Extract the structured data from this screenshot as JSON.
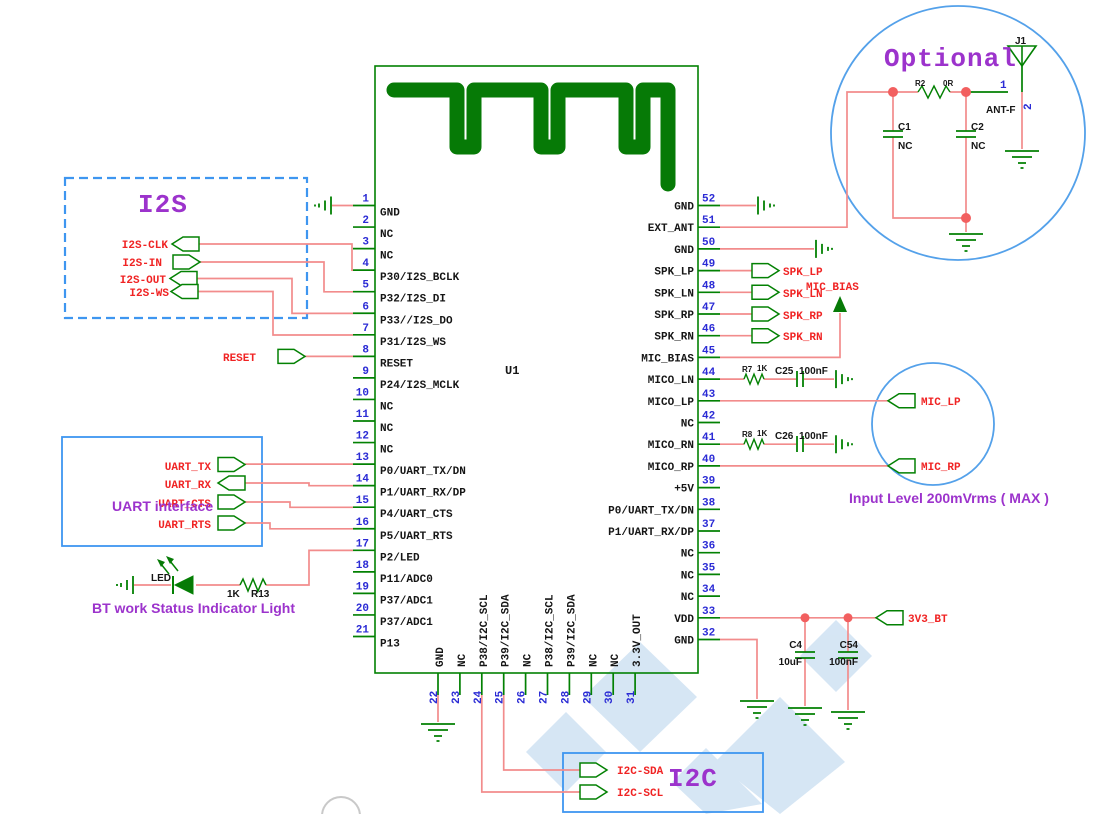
{
  "component": {
    "refdes": "U1"
  },
  "pins": {
    "left": [
      {
        "num": "1",
        "name": "GND"
      },
      {
        "num": "2",
        "name": "NC"
      },
      {
        "num": "3",
        "name": "NC"
      },
      {
        "num": "4",
        "name": "P30/I2S_BCLK"
      },
      {
        "num": "5",
        "name": "P32/I2S_DI"
      },
      {
        "num": "6",
        "name": "P33//I2S_DO"
      },
      {
        "num": "7",
        "name": "P31/I2S_WS"
      },
      {
        "num": "8",
        "name": "RESET"
      },
      {
        "num": "9",
        "name": "P24/I2S_MCLK"
      },
      {
        "num": "10",
        "name": "NC"
      },
      {
        "num": "11",
        "name": "NC"
      },
      {
        "num": "12",
        "name": "NC"
      },
      {
        "num": "13",
        "name": "P0/UART_TX/DN"
      },
      {
        "num": "14",
        "name": "P1/UART_RX/DP"
      },
      {
        "num": "15",
        "name": "P4/UART_CTS"
      },
      {
        "num": "16",
        "name": "P5/UART_RTS"
      },
      {
        "num": "17",
        "name": "P2/LED"
      },
      {
        "num": "18",
        "name": "P11/ADC0"
      },
      {
        "num": "19",
        "name": "P37/ADC1"
      },
      {
        "num": "20",
        "name": "P37/ADC1"
      },
      {
        "num": "21",
        "name": "P13"
      }
    ],
    "right": [
      {
        "num": "52",
        "name": "GND"
      },
      {
        "num": "51",
        "name": "EXT_ANT"
      },
      {
        "num": "50",
        "name": "GND"
      },
      {
        "num": "49",
        "name": "SPK_LP"
      },
      {
        "num": "48",
        "name": "SPK_LN"
      },
      {
        "num": "47",
        "name": "SPK_RP"
      },
      {
        "num": "46",
        "name": "SPK_RN"
      },
      {
        "num": "45",
        "name": "MIC_BIAS"
      },
      {
        "num": "44",
        "name": "MICO_LN"
      },
      {
        "num": "43",
        "name": "MICO_LP"
      },
      {
        "num": "42",
        "name": "NC"
      },
      {
        "num": "41",
        "name": "MICO_RN"
      },
      {
        "num": "40",
        "name": "MICO_RP"
      },
      {
        "num": "39",
        "name": "+5V"
      },
      {
        "num": "38",
        "name": "P0/UART_TX/DN"
      },
      {
        "num": "37",
        "name": "P1/UART_RX/DP"
      },
      {
        "num": "36",
        "name": "NC"
      },
      {
        "num": "35",
        "name": "NC"
      },
      {
        "num": "34",
        "name": "NC"
      },
      {
        "num": "33",
        "name": "VDD"
      },
      {
        "num": "32",
        "name": "GND"
      }
    ],
    "bottom": [
      {
        "num": "22",
        "name": "GND"
      },
      {
        "num": "23",
        "name": "NC"
      },
      {
        "num": "24",
        "name": "P38/I2C_SCL"
      },
      {
        "num": "25",
        "name": "P39/I2C_SDA"
      },
      {
        "num": "26",
        "name": "NC"
      },
      {
        "num": "27",
        "name": "P38/I2C_SCL"
      },
      {
        "num": "28",
        "name": "P39/I2C_SDA"
      },
      {
        "num": "29",
        "name": "NC"
      },
      {
        "num": "30",
        "name": "NC"
      },
      {
        "num": "31",
        "name": "3.3V_OUT"
      }
    ]
  },
  "nets": {
    "i2s": [
      "I2S-CLK",
      "I2S-IN",
      "I2S-OUT",
      "I2S-WS"
    ],
    "reset": "RESET",
    "uart": [
      "UART_TX",
      "UART_RX",
      "UART_CTS",
      "UART_RTS"
    ],
    "spk": [
      "SPK_LP",
      "SPK_LN",
      "SPK_RP",
      "SPK_RN"
    ],
    "mic_bias": "MIC_BIAS",
    "mic": [
      "MIC_LP",
      "MIC_RP"
    ],
    "pwr": "3V3_BT",
    "i2c": [
      "I2C-SDA",
      "I2C-SCL"
    ]
  },
  "parts": {
    "u1": "U1",
    "led": {
      "name": "LED",
      "r_value": "1K",
      "r_ref": "R13"
    },
    "filters": [
      {
        "r": "R7",
        "rv": "1K",
        "c": "C25",
        "cv": "100nF"
      },
      {
        "r": "R8",
        "rv": "1K",
        "c": "C26",
        "cv": "100nF"
      }
    ],
    "bulk_caps": [
      {
        "ref": "C4",
        "value": "10uF"
      },
      {
        "ref": "C54",
        "value": "100nF"
      }
    ],
    "antenna": {
      "conn": "J1",
      "conn_name": "ANT-F",
      "pin1": "1",
      "pin2": "2",
      "r": "R2",
      "rv": "0R",
      "c1": "C1",
      "c1v": "NC",
      "c2": "C2",
      "c2v": "NC"
    }
  },
  "titles": {
    "i2s": "I2S",
    "uart": "UART interface",
    "i2c": "I2C",
    "optional": "Optional",
    "led_note": "BT  work Status Indicator Light",
    "mic_note": "Input Level 200mVrms ( MAX )"
  },
  "palette": {
    "net_green": "#038103",
    "wire_salmon": "#F28C8C",
    "junction_red": "#F25F5F",
    "label_red": "#F02323",
    "pin_number_blue": "#2B2BD5",
    "purple": "#9C33CC",
    "box_blue": "#3E96F0",
    "circle_blue": "#54A1EA",
    "watermark_blue": "#CFE2F3"
  }
}
